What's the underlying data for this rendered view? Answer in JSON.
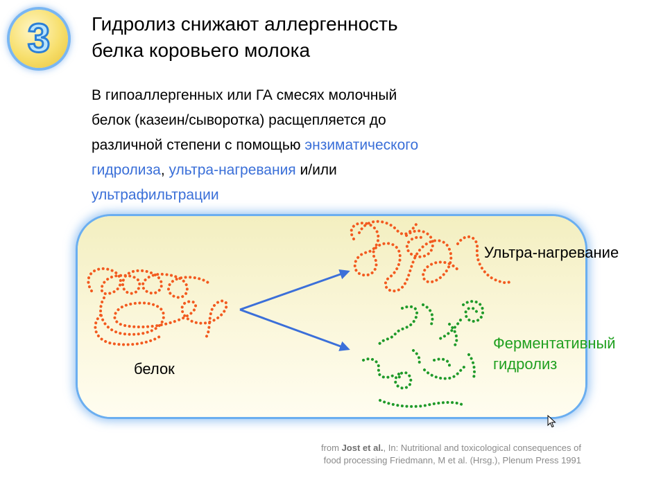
{
  "slide": {
    "number": "3",
    "title_line1": "Гидролиз снижают аллергенность",
    "title_line2": "белка коровьего молока"
  },
  "body": {
    "line1": "В гипоаллергенных или ГА смесях молочный",
    "line2": "белок (казеин/сыворотка) расщепляется до",
    "line3_start": "различной степени с помощью ",
    "term_enzymatic_1": "энзиматического",
    "term_enzymatic_2": "гидролиза",
    "sep_comma": ", ",
    "term_ultraheat": "ультра-нагревания",
    "and_or": " и/или",
    "term_ultrafiltration": "ультрафильтрации"
  },
  "diagram": {
    "label_protein": "белок",
    "label_ultraheat": "Ультра-нагревание",
    "label_enzymatic_1": "Ферментативный",
    "label_enzymatic_2": "гидролиз"
  },
  "citation": {
    "prefix": "from ",
    "authors": "Jost et al.",
    "line1_rest": ", In: Nutritional and toxicological consequences of",
    "line2": "food processing Friedmann,  M et al. (Hrsg.), Plenum Press 1991"
  },
  "colors": {
    "highlight": "#3a6fd8",
    "protein_chain": "#f25a1f",
    "hydrolysis": "#1f9a2a",
    "arrow": "#3b6fd9",
    "panel_border": "#6aaef0"
  }
}
